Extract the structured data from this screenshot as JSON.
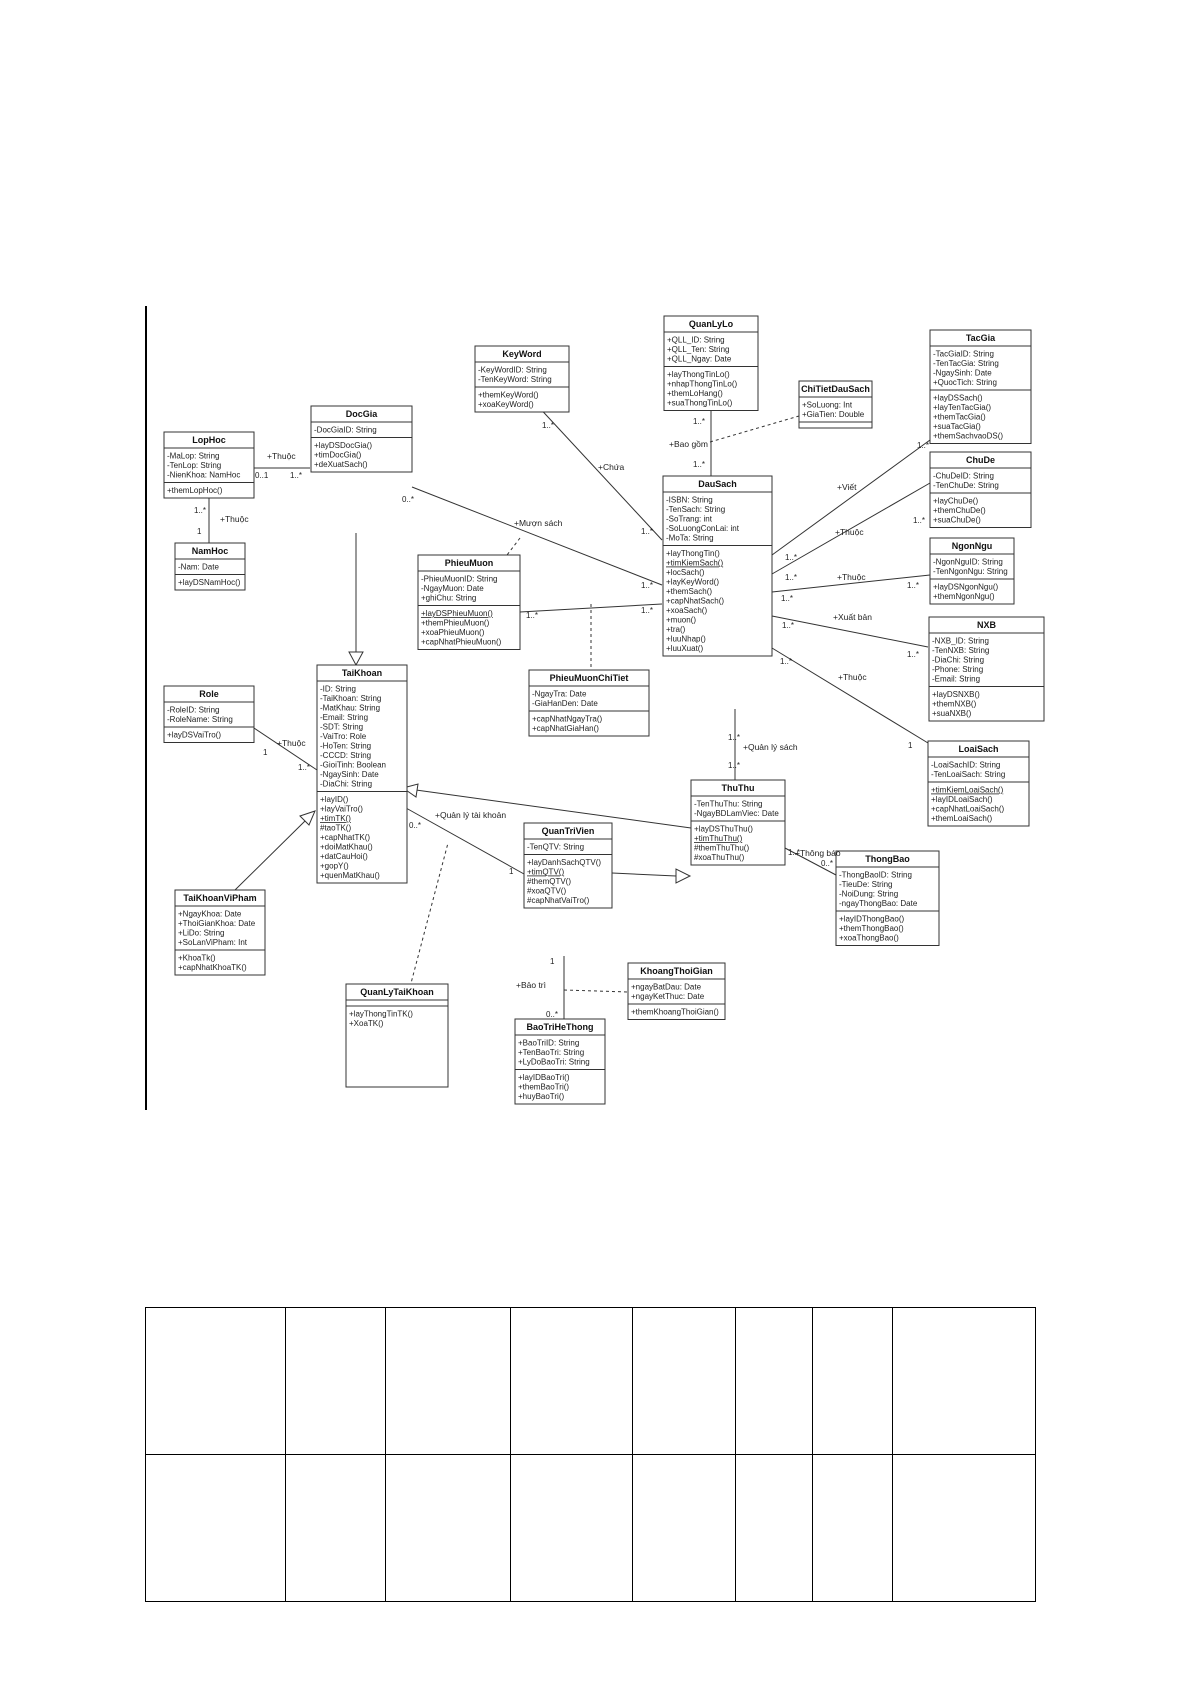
{
  "diagram": {
    "classes": [
      {
        "id": "QuanLyLo",
        "name": "QuanLyLo",
        "attrs": [
          "+QLL_ID: String",
          "+QLL_Ten: String",
          "+QLL_Ngay: Date"
        ],
        "methods": [
          "+layThongTinLo()",
          "+nhapThongTinLo()",
          "+themLoHang()",
          "+suaThongTinLo()"
        ],
        "static": []
      },
      {
        "id": "KeyWord",
        "name": "KeyWord",
        "attrs": [
          "-KeyWordID: String",
          "-TenKeyWord: String"
        ],
        "methods": [
          "+themKeyWord()",
          "+xoaKeyWord()"
        ],
        "static": []
      },
      {
        "id": "ChiTietDauSach",
        "name": "ChiTietDauSach",
        "attrs": [
          "+SoLuong: Int",
          "+GiaTien: Double"
        ],
        "methods": [],
        "static": []
      },
      {
        "id": "TacGia",
        "name": "TacGia",
        "attrs": [
          "-TacGiaID: String",
          "-TenTacGia: String",
          "-NgaySinh: Date",
          "+QuocTich: String"
        ],
        "methods": [
          "+layDSSach()",
          "+layTenTacGia()",
          "+themTacGia()",
          "+suaTacGia()",
          "+themSachvaoDS()"
        ],
        "static": []
      },
      {
        "id": "DocGia",
        "name": "DocGia",
        "attrs": [
          "-DocGiaID: String"
        ],
        "methods": [
          "+layDSDocGia()",
          "+timDocGia()",
          "+deXuatSach()"
        ],
        "static": []
      },
      {
        "id": "LopHoc",
        "name": "LopHoc",
        "attrs": [
          "-MaLop: String",
          "-TenLop: String",
          "-NienKhoa: NamHoc"
        ],
        "methods": [
          "+themLopHoc()"
        ],
        "static": []
      },
      {
        "id": "NamHoc",
        "name": "NamHoc",
        "attrs": [
          "-Nam: Date"
        ],
        "methods": [
          "+layDSNamHoc()"
        ],
        "static": []
      },
      {
        "id": "DauSach",
        "name": "DauSach",
        "attrs": [
          "-ISBN: String",
          "-TenSach: String",
          "-SoTrang: int",
          "-SoLuongConLai: int",
          "-MoTa: String"
        ],
        "methods": [
          "+layThongTin()",
          "+timKiemSach()",
          "+locSach()",
          "+layKeyWord()",
          "+themSach()",
          "+capNhatSach()",
          "+xoaSach()",
          "+muon()",
          "+tra()",
          "+luuNhap()",
          "+luuXuat()"
        ],
        "static": [
          1
        ]
      },
      {
        "id": "ChuDe",
        "name": "ChuDe",
        "attrs": [
          "-ChuDeID: String",
          "-TenChuDe: String"
        ],
        "methods": [
          "+layChuDe()",
          "+themChuDe()",
          "+suaChuDe()"
        ],
        "static": []
      },
      {
        "id": "NgonNgu",
        "name": "NgonNgu",
        "attrs": [
          "-NgonNguID: String",
          "-TenNgonNgu: String"
        ],
        "methods": [
          "+layDSNgonNgu()",
          "+themNgonNgu()"
        ],
        "static": []
      },
      {
        "id": "PhieuMuon",
        "name": "PhieuMuon",
        "attrs": [
          "-PhieuMuonID: String",
          "-NgayMuon: Date",
          "+ghiChu: String"
        ],
        "methods": [
          "+layDSPhieuMuon()",
          "+themPhieuMuon()",
          "+xoaPhieuMuon()",
          "+capNhatPhieuMuon()"
        ],
        "static": [
          0
        ]
      },
      {
        "id": "NXB",
        "name": "NXB",
        "attrs": [
          "-NXB_ID: String",
          "-TenNXB: String",
          "-DiaChi: String",
          "-Phone: String",
          "-Email: String"
        ],
        "methods": [
          "+layDSNXB()",
          "+themNXB()",
          "+suaNXB()"
        ],
        "static": []
      },
      {
        "id": "PhieuMuonChiTiet",
        "name": "PhieuMuonChiTiet",
        "attrs": [
          "-NgayTra: Date",
          "-GiaHanDen: Date"
        ],
        "methods": [
          "+capNhatNgayTra()",
          "+capNhatGiaHan()"
        ],
        "static": []
      },
      {
        "id": "Role",
        "name": "Role",
        "attrs": [
          "-RoleID: String",
          "-RoleName: String"
        ],
        "methods": [
          "+layDSVaiTro()"
        ],
        "static": []
      },
      {
        "id": "TaiKhoan",
        "name": "TaiKhoan",
        "attrs": [
          "-ID: String",
          "-TaiKhoan: String",
          "-MatKhau: String",
          "-Email: String",
          "-SDT: String",
          "-VaiTro: Role",
          "-HoTen: String",
          "-CCCD: String",
          "-GioiTinh: Boolean",
          "-NgaySinh: Date",
          "-DiaChi: String"
        ],
        "methods": [
          "+layID()",
          "+layVaiTro()",
          "+timTK()",
          "#taoTK()",
          "+capNhatTK()",
          "+doiMatKhau()",
          "+datCauHoi()",
          "+gopY()",
          "+quenMatKhau()"
        ],
        "static": [
          2
        ]
      },
      {
        "id": "LoaiSach",
        "name": "LoaiSach",
        "attrs": [
          "-LoaiSachID: String",
          "-TenLoaiSach: String"
        ],
        "methods": [
          "+timKiemLoaiSach()",
          "+layIDLoaiSach()",
          "+capNhatLoaiSach()",
          "+themLoaiSach()"
        ],
        "static": [
          0
        ]
      },
      {
        "id": "ThuThu",
        "name": "ThuThu",
        "attrs": [
          "-TenThuThu: String",
          "-NgayBDLamViec: Date"
        ],
        "methods": [
          "+layDSThuThu()",
          "+timThuThu()",
          "#themThuThu()",
          "#xoaThuThu()"
        ],
        "static": [
          1
        ]
      },
      {
        "id": "QuanTriVien",
        "name": "QuanTriVien",
        "attrs": [
          "-TenQTV: String"
        ],
        "methods": [
          "+layDanhSachQTV()",
          "+timQTV()",
          "#themQTV()",
          "#xoaQTV()",
          "#capNhatVaiTro()"
        ],
        "static": [
          1
        ]
      },
      {
        "id": "ThongBao",
        "name": "ThongBao",
        "attrs": [
          "-ThongBaoID: String",
          "-TieuDe: String",
          "-NoiDung: String",
          "-ngayThongBao: Date"
        ],
        "methods": [
          "+layIDThongBao()",
          "+themThongBao()",
          "+xoaThongBao()"
        ],
        "static": []
      },
      {
        "id": "TaiKhoanViPham",
        "name": "TaiKhoanViPham",
        "attrs": [
          "+NgayKhoa: Date",
          "+ThoiGianKhoa: Date",
          "+LiDo: String",
          "+SoLanViPham: Int"
        ],
        "methods": [
          "+KhoaTk()",
          "+capNhatKhoaTK()"
        ],
        "static": []
      },
      {
        "id": "KhoangThoiGian",
        "name": "KhoangThoiGian",
        "attrs": [
          "+ngayBatDau: Date",
          "+ngayKetThuc: Date"
        ],
        "methods": [
          "+themKhoangThoiGian()"
        ],
        "static": []
      },
      {
        "id": "QuanLyTaiKhoan",
        "name": "QuanLyTaiKhoan",
        "attrs": [],
        "methods": [
          "+layThongTinTK()",
          "+XoaTK()"
        ],
        "static": []
      },
      {
        "id": "BaoTriHeThong",
        "name": "BaoTriHeThong",
        "attrs": [
          "+BaoTriID: String",
          "+TenBaoTri: String",
          "+LyDoBaoTri: String"
        ],
        "methods": [
          "+layIDBaoTri()",
          "+themBaoTri()",
          "+huyBaoTri()"
        ],
        "static": []
      }
    ],
    "labels": {
      "bao_gom": "+Bao gồm",
      "chua": "+Chứa",
      "thuoc_lop": "+Thuộc",
      "thuoc_nam": "+Thuộc",
      "muon_sach": "+Mượn sách",
      "viet": "+Viết",
      "thuoc_chude": "+Thuộc",
      "thuoc_ngonngu": "+Thuộc",
      "xuat_ban": "+Xuất bản",
      "thuoc_loai": "+Thuộc",
      "thuoc_role": "+Thuộc",
      "quan_ly_sach": "+Quản lý sách",
      "quan_ly_tai_khoan": "+Quản lý tài khoản",
      "thong_bao": "+Thông báo",
      "bao_tri": "+Bảo trì"
    },
    "mult": {
      "lo_top": "1..*",
      "lo_bot": "1..*",
      "kw": "1..*",
      "kw_ds": "1..*",
      "lop_dg": "0..1",
      "dg_lop": "1..*",
      "lop_nam": "1..*",
      "nam_lop": "1",
      "dg_ds": "0..*",
      "ds_dg": "1..*",
      "pm_ds": "1..*",
      "ds_pm": "1..*",
      "tg_ds": "1..*",
      "ds_tg": "1..*",
      "cd_ds": "1..*",
      "ds_cd": "1..*",
      "nn_ds": "1..*",
      "ds_nn": "1..*",
      "nxb_ds": "1..*",
      "ds_nxb": "1..*",
      "ls_ds": "1",
      "ds_ls": "1..*",
      "role": "1",
      "role_tk": "1..*",
      "ds_tt": "1..*",
      "tt_ds": "1..*",
      "tk_qtv": "0..*",
      "qtv_tk": "1",
      "tt_tb": "1..*",
      "tb_tt": "0..*",
      "qtv_bt": "1",
      "bt_qtv": "0..*"
    }
  },
  "table": {
    "rows": 2,
    "cols": 8
  }
}
